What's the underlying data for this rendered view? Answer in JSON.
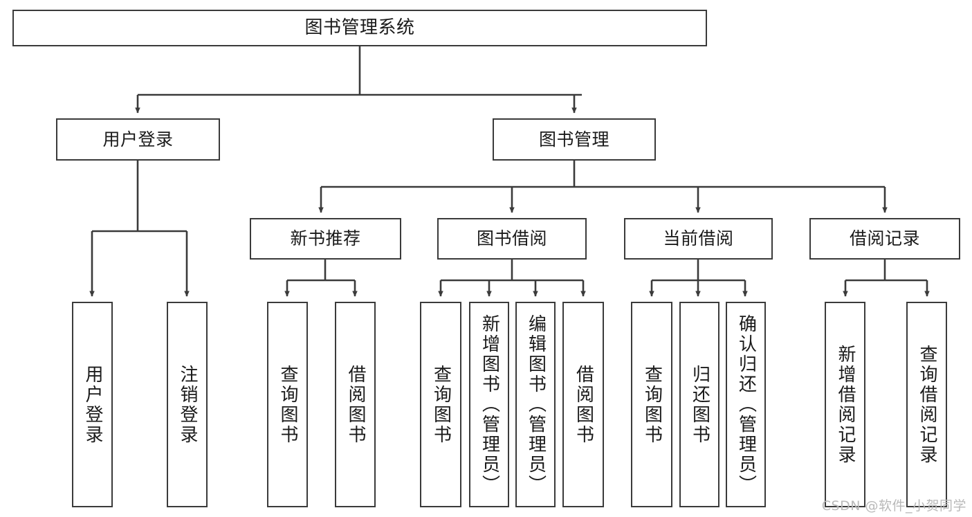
{
  "diagram": {
    "title": "图书管理系统",
    "watermark": "CSDN @软件_小贺同学",
    "type": "tree-hierarchy-diagram",
    "colors": {
      "stroke": "#3a3a3a",
      "fill": "#ffffff",
      "text": "#1a1a1a",
      "watermark": "#b9b9b9"
    },
    "root": {
      "label": "图书管理系统"
    },
    "level2": [
      {
        "label": "用户登录"
      },
      {
        "label": "图书管理"
      }
    ],
    "level3": [
      {
        "label": "新书推荐"
      },
      {
        "label": "图书借阅"
      },
      {
        "label": "当前借阅"
      },
      {
        "label": "借阅记录"
      }
    ],
    "leaves": {
      "user_login": [
        {
          "label": "用户登录"
        },
        {
          "label": "注销登录"
        }
      ],
      "new_book_recommend": [
        {
          "label": "查询图书"
        },
        {
          "label": "借阅图书"
        }
      ],
      "book_borrow": [
        {
          "label": "查询图书"
        },
        {
          "label": "新增图书（管理员）"
        },
        {
          "label": "编辑图书（管理员）"
        },
        {
          "label": "借阅图书"
        }
      ],
      "current_borrow": [
        {
          "label": "查询图书"
        },
        {
          "label": "归还图书"
        },
        {
          "label": "确认归还（管理员）"
        }
      ],
      "borrow_record": [
        {
          "label": "新增借阅记录"
        },
        {
          "label": "查询借阅记录"
        }
      ]
    }
  }
}
